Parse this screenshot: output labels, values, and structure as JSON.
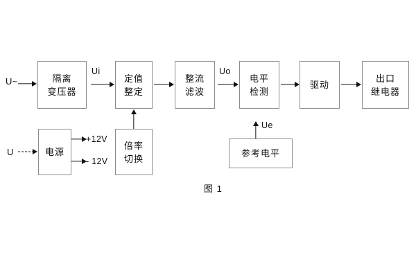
{
  "figure": {
    "caption": "图 1"
  },
  "inputs": {
    "ac_source": "U~",
    "dc_source": "U"
  },
  "signals": {
    "ui": "Ui",
    "uo": "Uo",
    "ue": "Ue",
    "pos12": "+12V",
    "neg12": "- 12V"
  },
  "blocks": {
    "isolation_transformer": {
      "line1": "隔离",
      "line2": "变压器"
    },
    "setting_value": {
      "line1": "定值",
      "line2": "整定"
    },
    "rectify_filter": {
      "line1": "整流",
      "line2": "滤波"
    },
    "level_detect": {
      "line1": "电平",
      "line2": "检测"
    },
    "drive": {
      "line1": "驱动"
    },
    "output_relay": {
      "line1": "出口",
      "line2": "继电器"
    },
    "power_supply": {
      "line1": "电源"
    },
    "ratio_switch": {
      "line1": "倍率",
      "line2": "切换"
    },
    "reference_level": {
      "line1": "参考电平"
    }
  },
  "style": {
    "box_border": "#8c8c8c",
    "ink": "#111111",
    "background": "#ffffff"
  }
}
